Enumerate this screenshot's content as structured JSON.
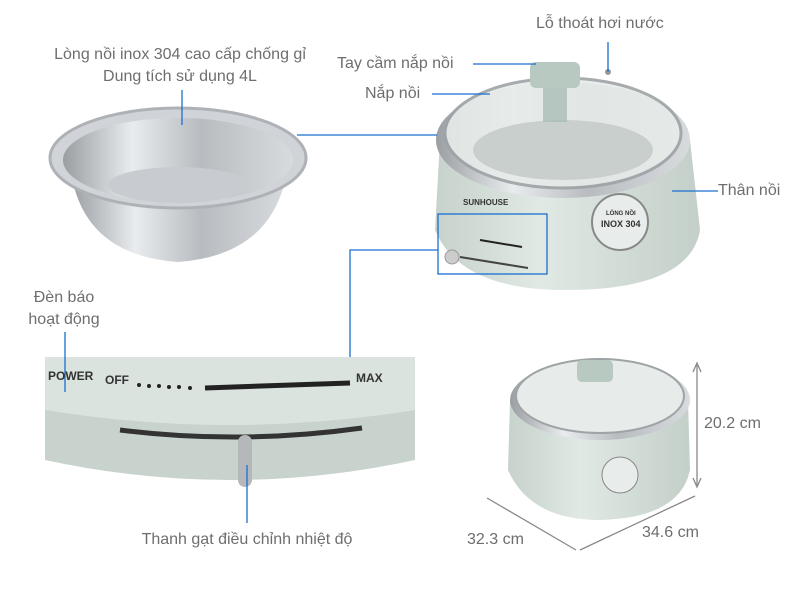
{
  "labels": {
    "inner_pot_line1": "Lòng nồi inox 304 cao cấp chống gỉ",
    "inner_pot_line2": "Dung tích sử dụng 4L",
    "steam_vent": "Lỗ thoát hơi nước",
    "lid_handle": "Tay cầm nắp nồi",
    "lid": "Nắp nồi",
    "body": "Thân nồi",
    "indicator_line1": "Đèn báo",
    "indicator_line2": "hoạt động",
    "temp_lever": "Thanh gạt điều chỉnh nhiệt độ"
  },
  "control_panel": {
    "power": "POWER",
    "off": "OFF",
    "max": "MAX"
  },
  "product": {
    "brand": "SUNHOUSE",
    "badge_line1": "LÒNG NỒI",
    "badge_line2": "INOX 304"
  },
  "dimensions": {
    "height": "20.2 cm",
    "depth": "32.3 cm",
    "width": "34.6 cm"
  },
  "colors": {
    "callout_line": "#1a6fd1",
    "pot_body": "#d6e0da",
    "label_text": "#6e6e6e"
  }
}
